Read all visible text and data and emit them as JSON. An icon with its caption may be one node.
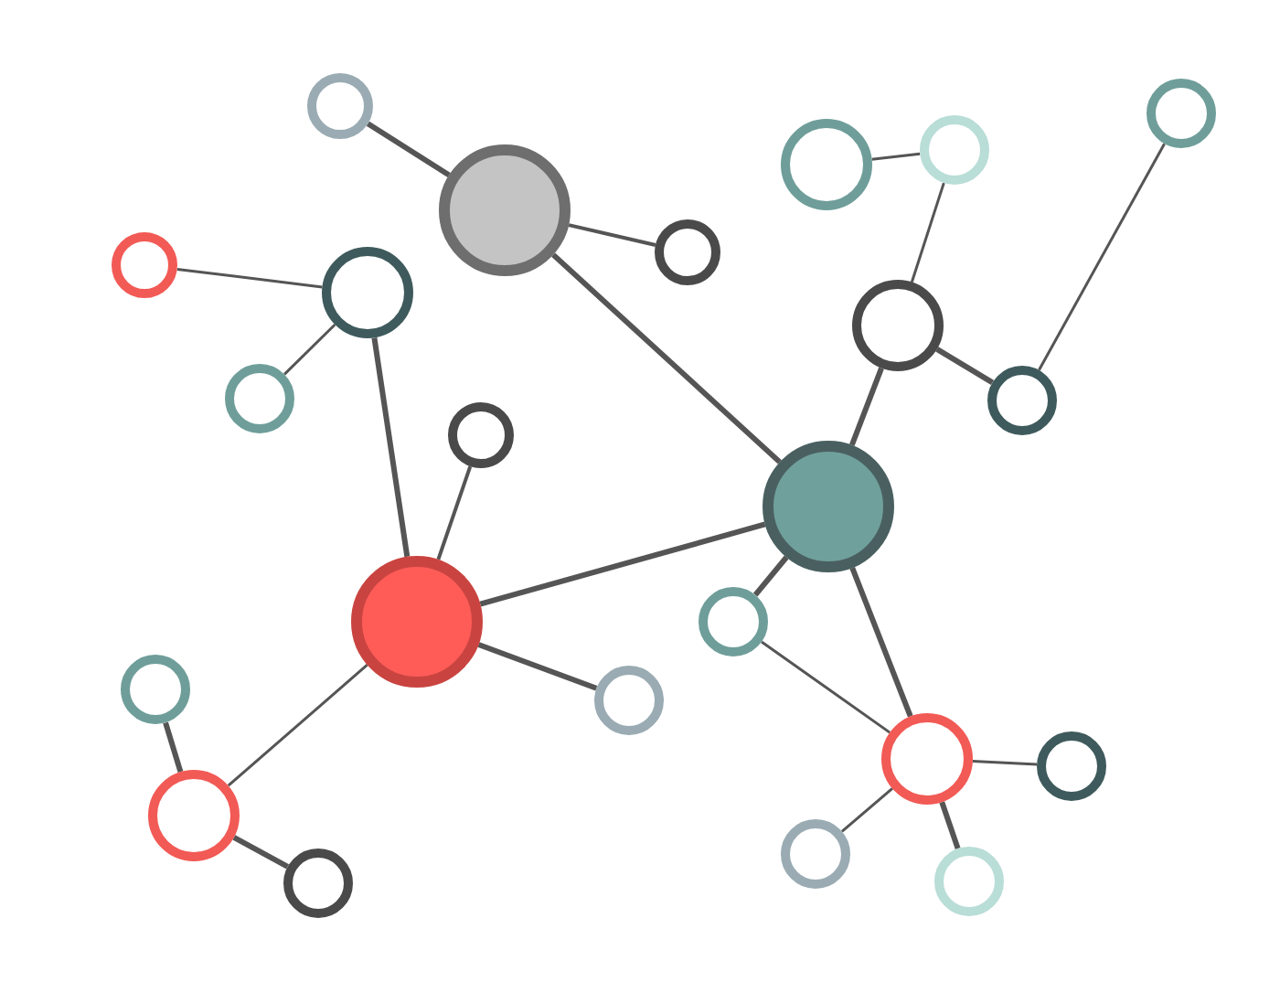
{
  "diagram": {
    "nodes": [
      {
        "text": [],
        "shape": "circle"
      },
      {
        "text": [],
        "shape": "circle"
      },
      {
        "text": [],
        "shape": "circle"
      },
      {
        "text": [],
        "shape": "circle"
      },
      {
        "text": [],
        "shape": "circle"
      },
      {
        "text": [],
        "shape": "circle"
      },
      {
        "text": [],
        "shape": "circle"
      },
      {
        "text": [],
        "shape": "circle"
      },
      {
        "text": [],
        "shape": "circle"
      },
      {
        "text": [],
        "shape": "circle"
      },
      {
        "text": [],
        "shape": "circle"
      },
      {
        "text": [],
        "shape": "circle"
      },
      {
        "text": [],
        "shape": "circle"
      },
      {
        "text": [],
        "shape": "circle"
      },
      {
        "text": [],
        "shape": "circle"
      },
      {
        "text": [],
        "shape": "circle"
      },
      {
        "text": [],
        "shape": "circle"
      },
      {
        "text": [],
        "shape": "circle"
      },
      {
        "text": [],
        "shape": "circle"
      },
      {
        "text": [],
        "shape": "circle"
      },
      {
        "text": [],
        "shape": "circle"
      },
      {
        "text": [],
        "shape": "circle"
      },
      {
        "text": [],
        "shape": "circle"
      }
    ],
    "edges": [
      {
        "from": 0,
        "to": 4,
        "arrow": "none"
      },
      {
        "from": 4,
        "to": 5,
        "arrow": "none"
      },
      {
        "from": 4,
        "to": 12,
        "arrow": "none"
      },
      {
        "from": 6,
        "to": 7,
        "arrow": "none"
      },
      {
        "from": 7,
        "to": 9,
        "arrow": "none"
      },
      {
        "from": 7,
        "to": 13,
        "arrow": "none"
      },
      {
        "from": 11,
        "to": 13,
        "arrow": "none"
      },
      {
        "from": 13,
        "to": 12,
        "arrow": "none"
      },
      {
        "from": 13,
        "to": 16,
        "arrow": "none"
      },
      {
        "from": 13,
        "to": 19,
        "arrow": "none"
      },
      {
        "from": 3,
        "to": 2,
        "arrow": "none"
      },
      {
        "from": 2,
        "to": 8,
        "arrow": "none"
      },
      {
        "from": 1,
        "to": 10,
        "arrow": "none"
      },
      {
        "from": 8,
        "to": 10,
        "arrow": "none"
      },
      {
        "from": 8,
        "to": 12,
        "arrow": "none"
      },
      {
        "from": 12,
        "to": 14,
        "arrow": "none"
      },
      {
        "from": 12,
        "to": 17,
        "arrow": "none"
      },
      {
        "from": 14,
        "to": 17,
        "arrow": "none"
      },
      {
        "from": 15,
        "to": 19,
        "arrow": "none"
      },
      {
        "from": 19,
        "to": 22,
        "arrow": "none"
      },
      {
        "from": 17,
        "to": 18,
        "arrow": "none"
      },
      {
        "from": 17,
        "to": 20,
        "arrow": "none"
      },
      {
        "from": 17,
        "to": 21,
        "arrow": "none"
      }
    ]
  }
}
